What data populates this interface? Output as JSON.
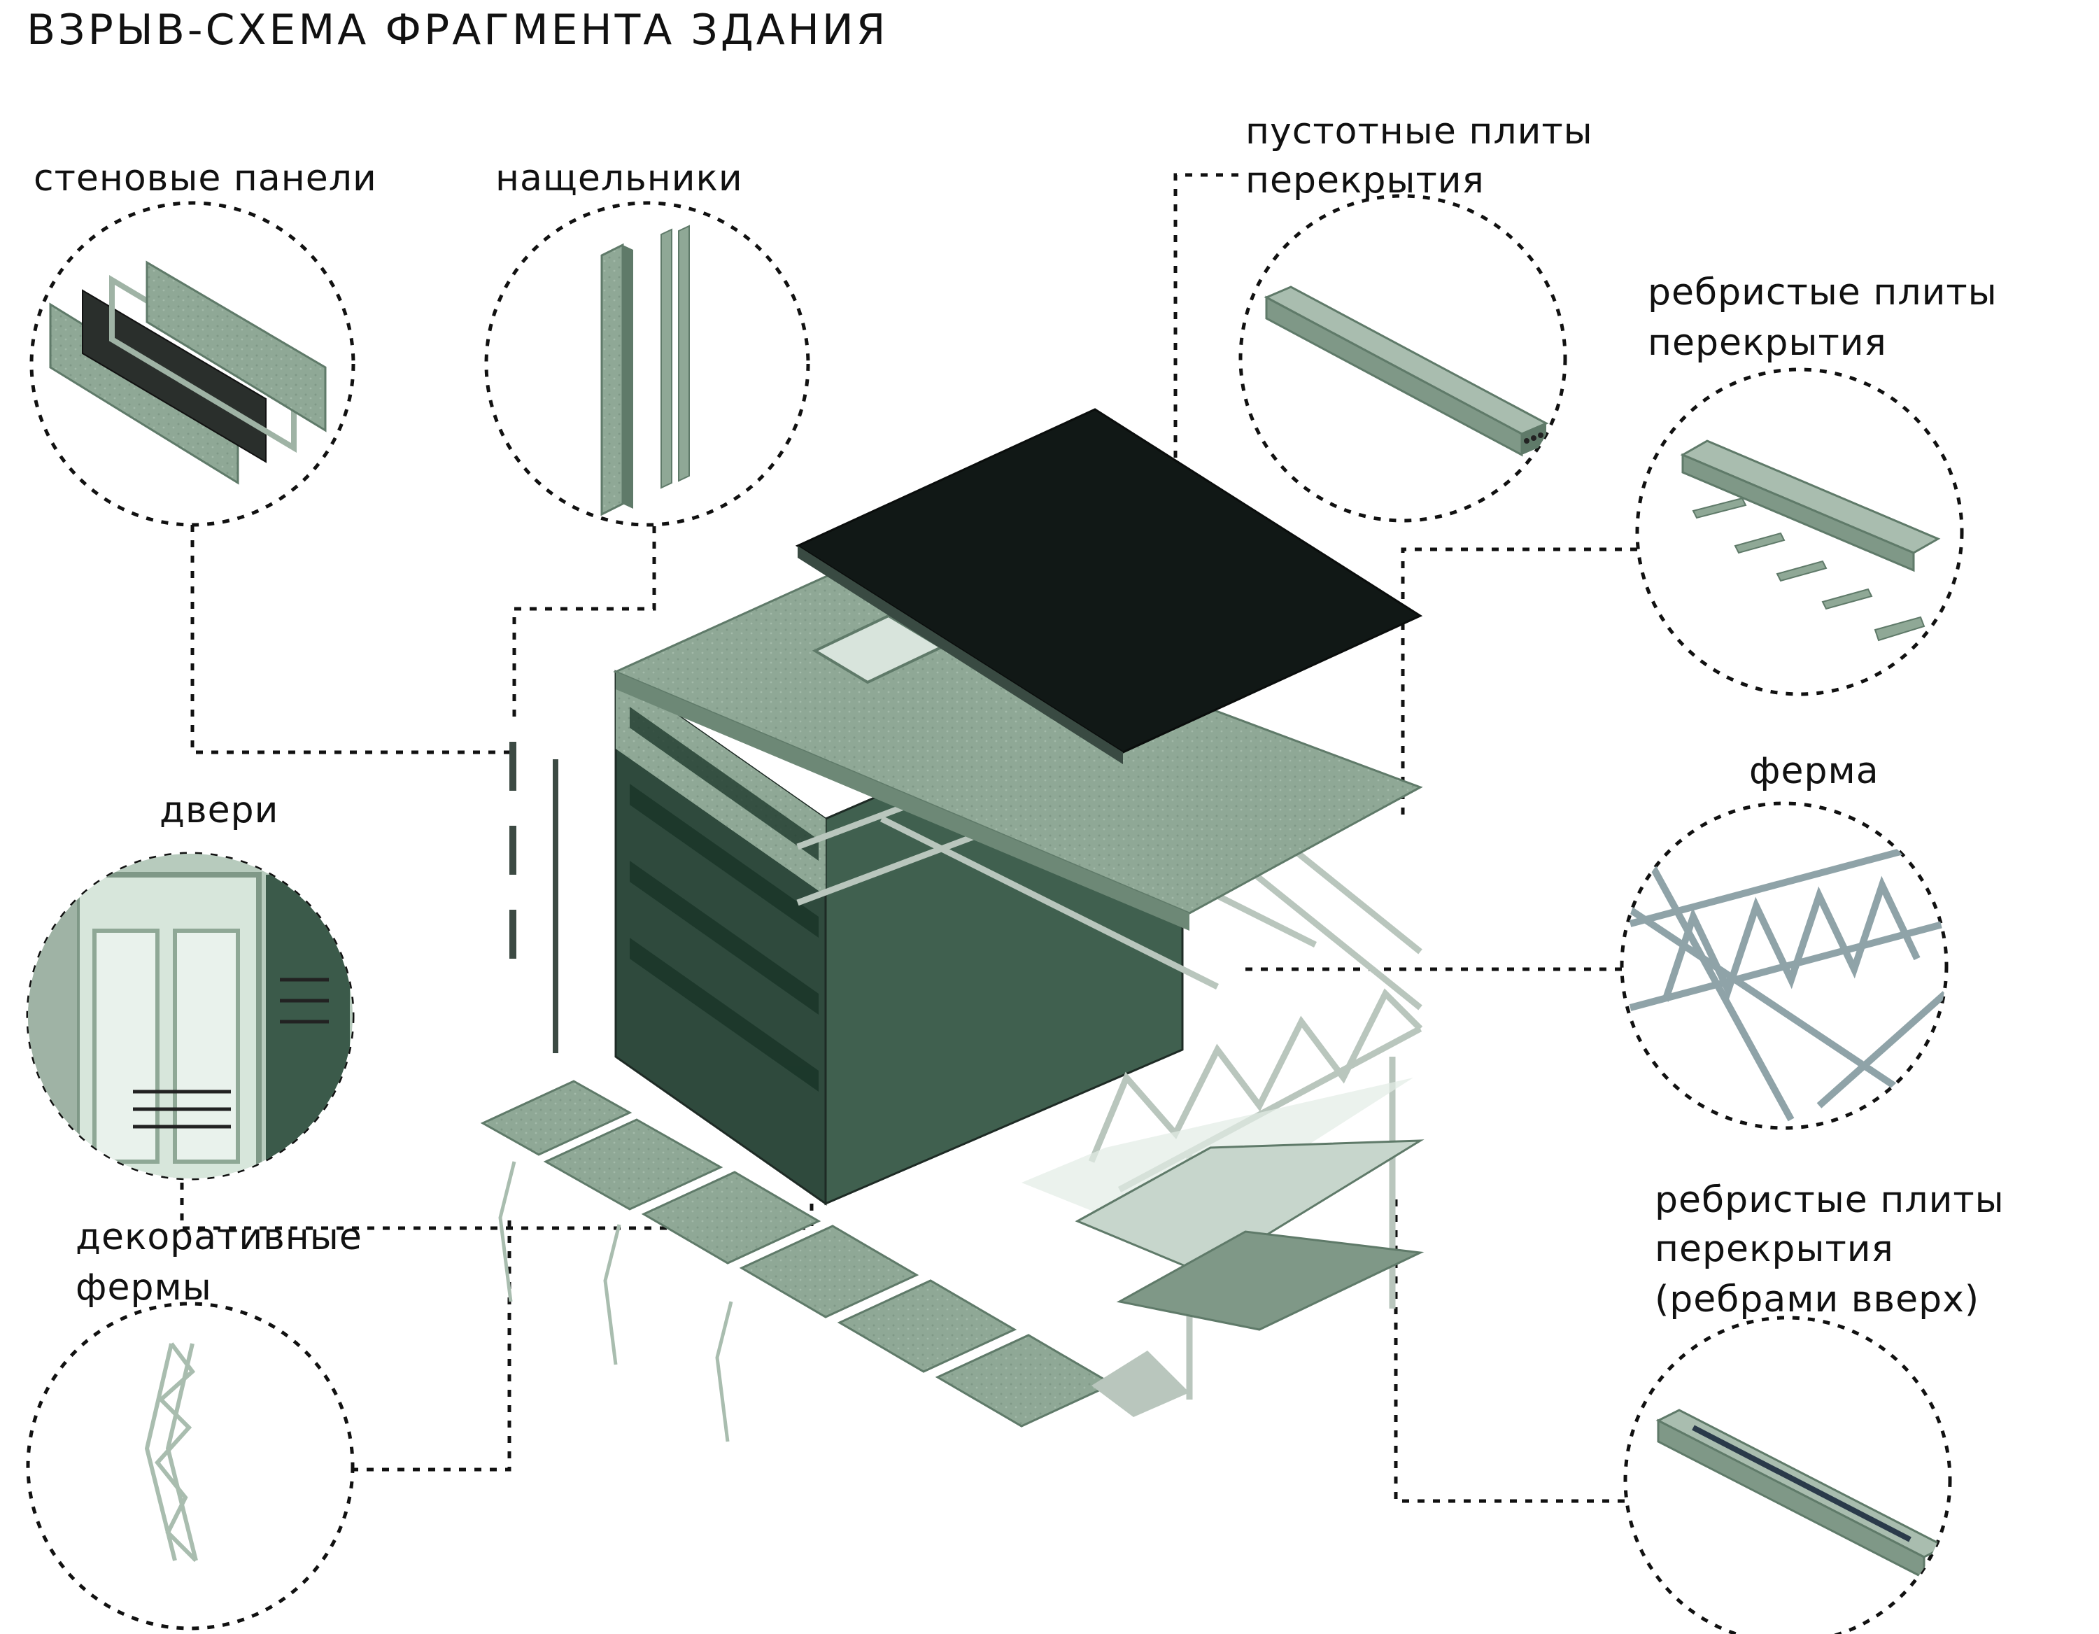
{
  "title": "ВЗРЫВ-СХЕМА ФРАГМЕНТА ЗДАНИЯ",
  "labels": {
    "wall_panels": "стеновые панели",
    "cover_strips": "нащельники",
    "hollow_slabs_l1": "пустотные плиты",
    "hollow_slabs_l2": "перекрытия",
    "ribbed_slabs_l1": "ребристые плиты",
    "ribbed_slabs_l2": "перекрытия",
    "doors": "двери",
    "truss": "ферма",
    "decorative_trusses_l1": "декоративные",
    "decorative_trusses_l2": "фермы",
    "ribbed_up_l1": "ребристые плиты",
    "ribbed_up_l2": "перекрытия",
    "ribbed_up_l3": "(ребрами вверх)"
  },
  "colors": {
    "panel": "#8fa896",
    "panel_dark": "#5f7a69",
    "roof": "#111816",
    "glass": "#2f4a3d",
    "steel": "#b9c6bd",
    "line": "#111111"
  }
}
